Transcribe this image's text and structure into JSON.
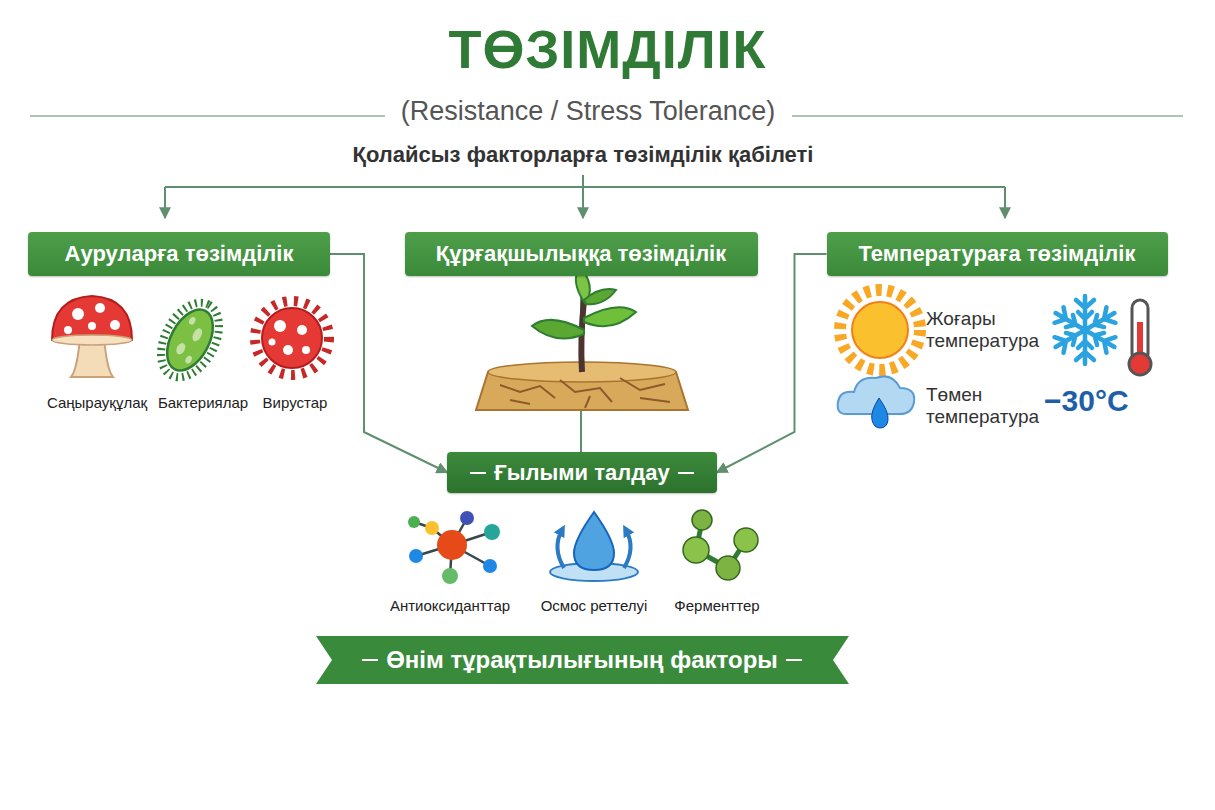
{
  "diagram": {
    "title": "ТӨЗІМДІЛІК",
    "nodes": [
      {
        "text": [
          "Ауруларға төзімділік"
        ]
      },
      {
        "text": [
          "Құрғақшылыққа төзімділік"
        ]
      },
      {
        "text": [
          "Температураға төзімділік"
        ]
      },
      {
        "text": [
          "Ғылыми талдау"
        ]
      },
      {
        "text": [
          "Өнім тұрақтылығының факторы"
        ]
      }
    ],
    "edges": [
      {
        "from": 0,
        "to": 3,
        "arrow": "to"
      },
      {
        "from": 1,
        "to": 3,
        "arrow": "none"
      },
      {
        "from": 2,
        "to": 3,
        "arrow": "to"
      }
    ],
    "labels": [
      "(Resistance / Stress Tolerance)",
      "Қолайсыз факторларға төзімділік қабілеті",
      "Саңырауқұлақ",
      "Бактериялар",
      "Вирустар",
      "Жоғары температура",
      "Төмен температура",
      "−30°C",
      "Антиоксиданттар",
      "Осмос реттелуі",
      "Ферменттер"
    ]
  }
}
